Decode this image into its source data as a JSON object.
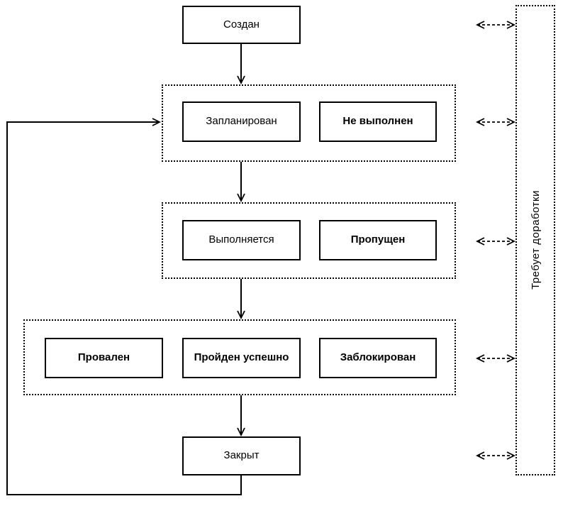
{
  "diagram": {
    "type": "state-flowchart",
    "background_color": "#ffffff",
    "line_color": "#000000",
    "nodes": {
      "created": "Создан",
      "planned": "Запланирован",
      "not_executed": "Не выполнен",
      "executing": "Выполняется",
      "skipped": "Пропущен",
      "failed": "Провален",
      "passed": "Пройден успешно",
      "blocked": "Заблокирован",
      "closed": "Закрыт",
      "needs_rework": "Требует доработки"
    },
    "edges": [
      "created -> group-planned",
      "group-planned -> group-executing",
      "group-executing -> group-results",
      "group-results -> closed",
      "closed -> group-planned (feedback loop)",
      "created <-> needs_rework (dashed)",
      "group-planned <-> needs_rework (dashed)",
      "group-executing <-> needs_rework (dashed)",
      "group-results <-> needs_rework (dashed)",
      "closed <-> needs_rework (dashed)"
    ]
  }
}
